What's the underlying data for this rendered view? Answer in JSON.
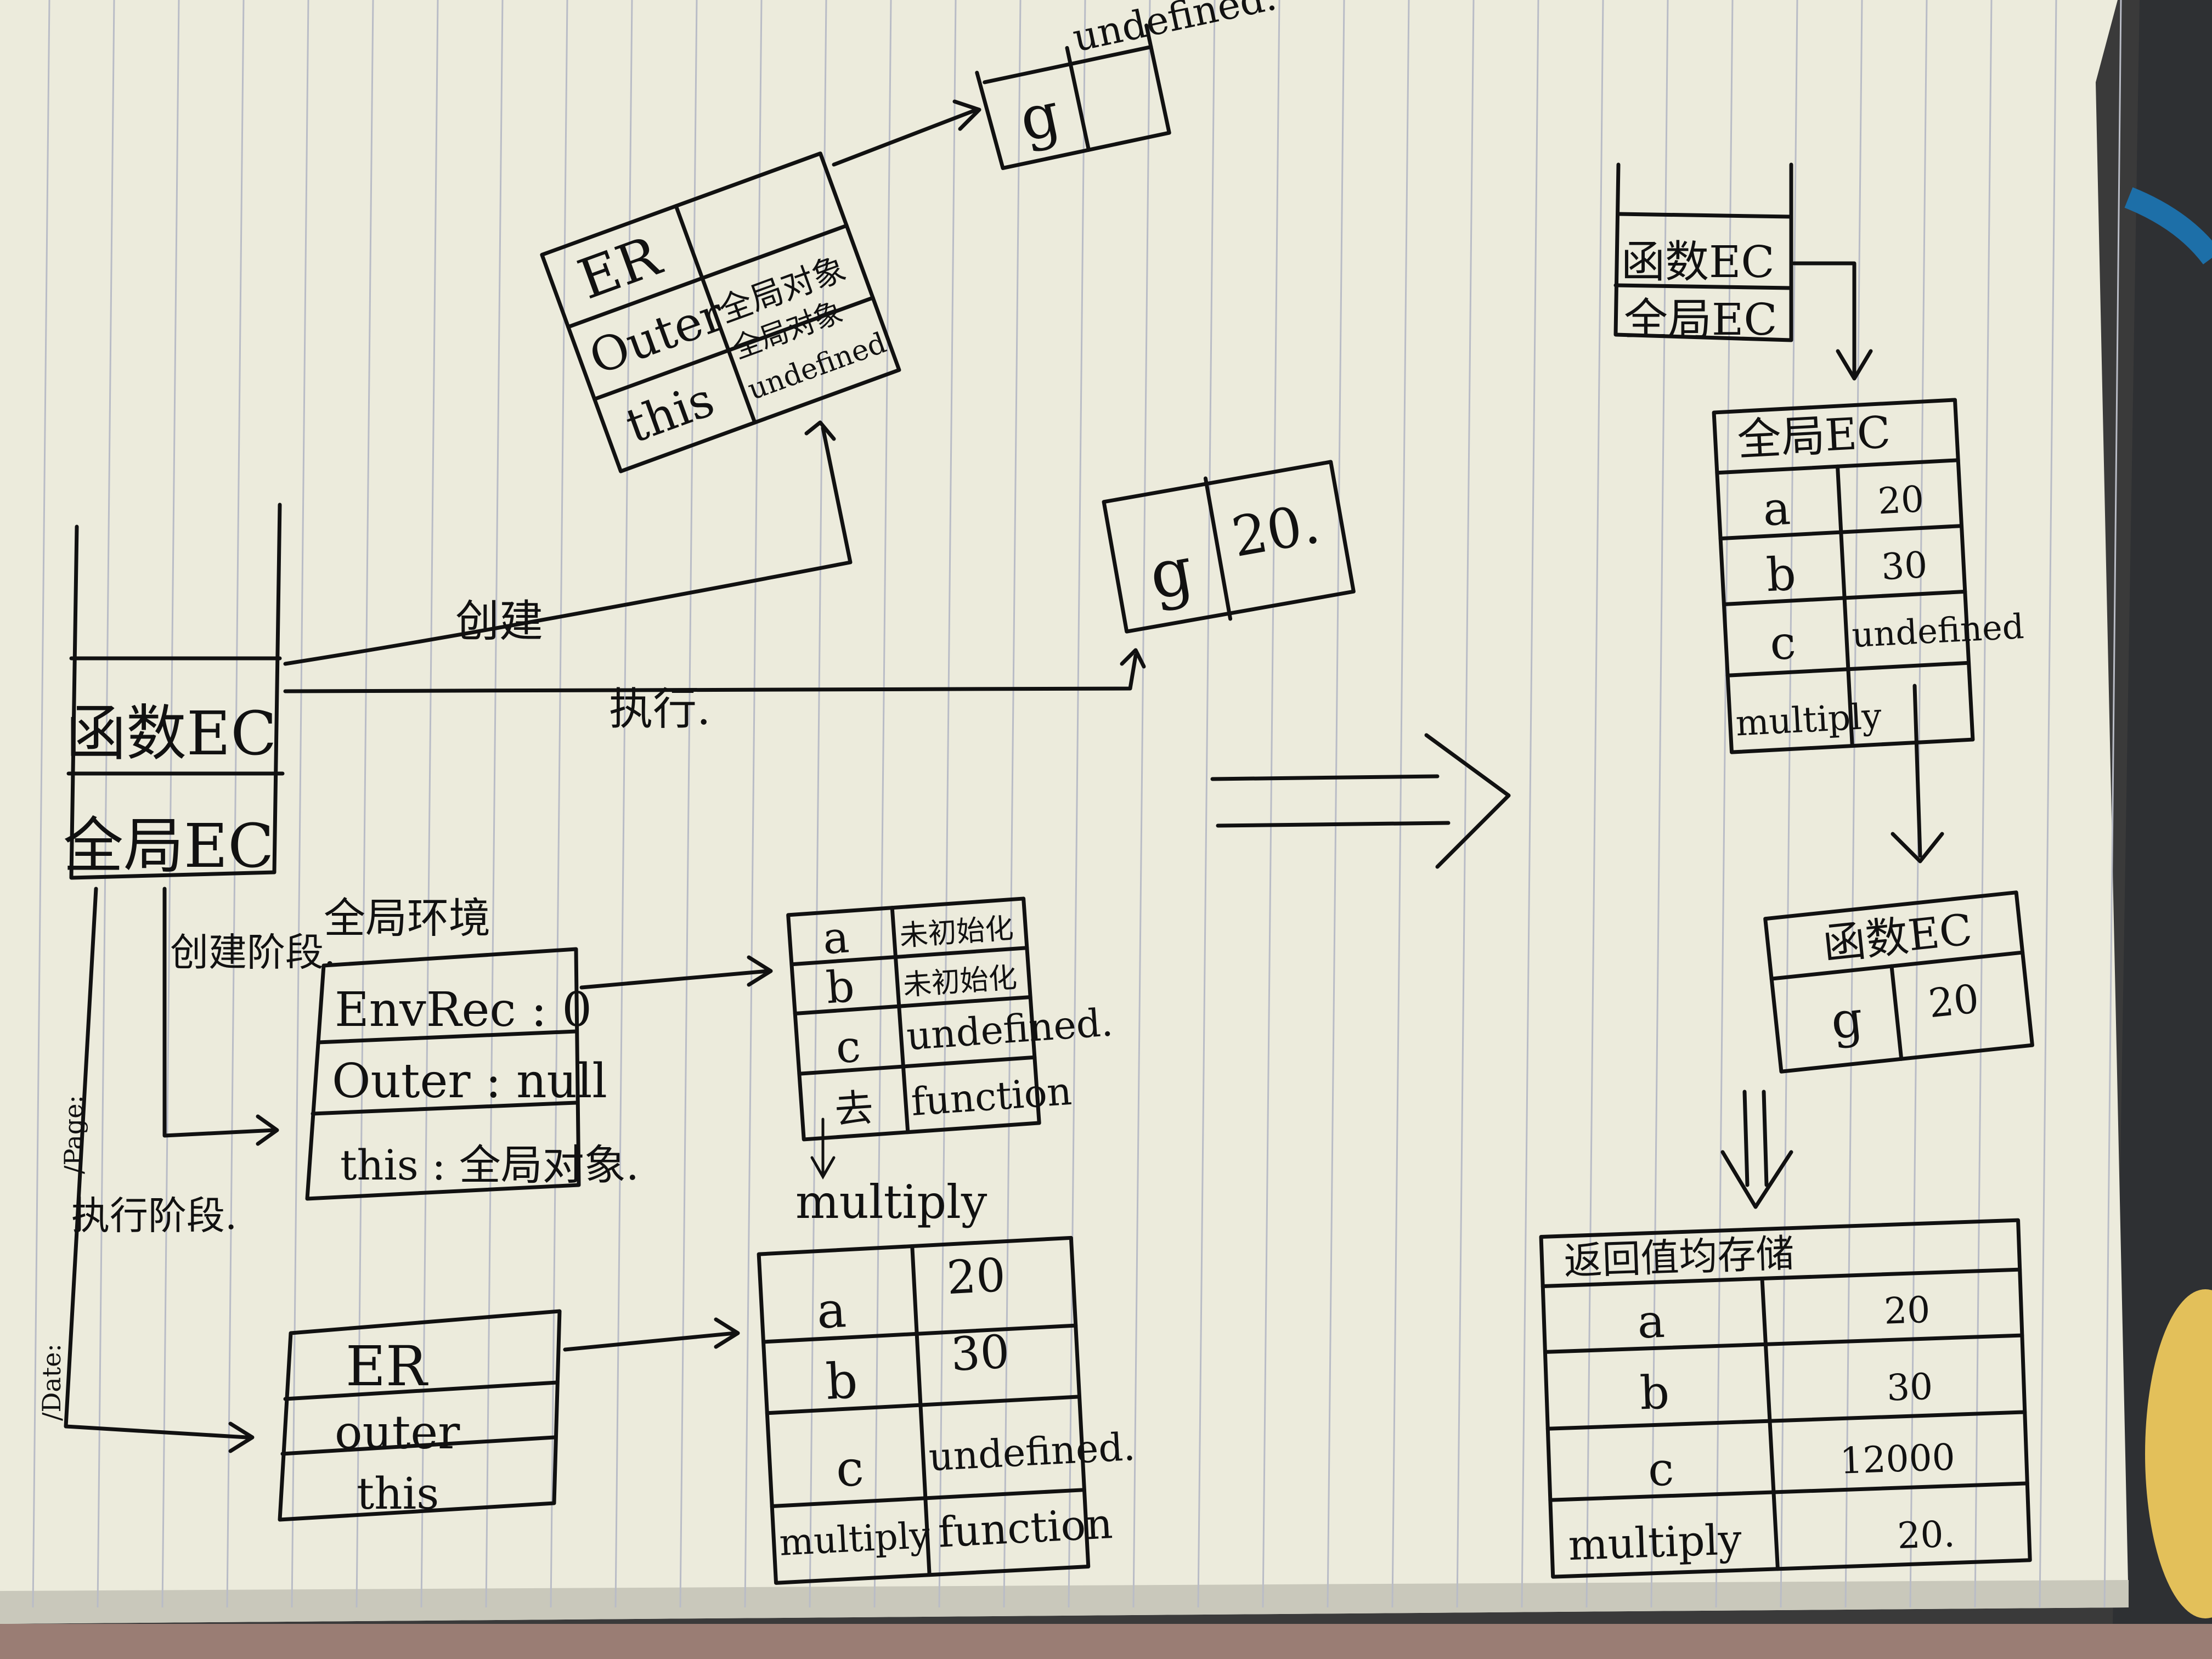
{
  "margin_labels": {
    "page": "/Page:",
    "date": "/Date:"
  },
  "call_stack_left": {
    "top": "函数EC",
    "bottom": "全局EC"
  },
  "arrow_labels": {
    "create": "创建",
    "execute": "执行.",
    "create_phase": "创建阶段.",
    "execute_phase": "执行阶段."
  },
  "er_top_box": {
    "rows": [
      {
        "key": "ER",
        "value": ""
      },
      {
        "key": "Outer",
        "value": "全局对象"
      },
      {
        "key": "this",
        "value": "全局对象"
      }
    ],
    "extra_value": "undefined"
  },
  "g_undefined_box": {
    "key": "g",
    "value": "undefined."
  },
  "g_20_box": {
    "key": "g",
    "value": "20."
  },
  "global_env_box": {
    "title": "全局环境",
    "rows": [
      "EnvRec : 0",
      "Outer : null",
      "this : 全局对象."
    ]
  },
  "env_table_creation": {
    "rows": [
      {
        "key": "a",
        "value": "未初始化"
      },
      {
        "key": "b",
        "value": "未初始化"
      },
      {
        "key": "c",
        "value": "undefined."
      },
      {
        "key": "去",
        "value": "function"
      }
    ],
    "note": "multiply"
  },
  "er_bottom_box": {
    "rows": [
      "ER",
      "outer",
      "this"
    ]
  },
  "env_table_execution": {
    "rows": [
      {
        "key": "a",
        "value": "20"
      },
      {
        "key": "b",
        "value": "30"
      },
      {
        "key": "c",
        "value": "undefined."
      },
      {
        "key": "multiply",
        "value": "function"
      }
    ]
  },
  "call_stack_right": {
    "top": "函数EC",
    "bottom": "全局EC"
  },
  "global_ec_table": {
    "title": "全局EC",
    "rows": [
      {
        "key": "a",
        "value": "20"
      },
      {
        "key": "b",
        "value": "30"
      },
      {
        "key": "c",
        "value": "undefined"
      },
      {
        "key": "multiply",
        "value": ""
      }
    ]
  },
  "func_ec_table": {
    "title": "函数EC",
    "key": "g",
    "value": "20"
  },
  "return_table": {
    "title": "返回值均存储",
    "rows": [
      {
        "key": "a",
        "value": "20"
      },
      {
        "key": "b",
        "value": "30"
      },
      {
        "key": "c",
        "value": "12000"
      },
      {
        "key": "multiply",
        "value": "20."
      }
    ]
  },
  "colors": {
    "paper": "#ecebdc",
    "ink": "#111111",
    "rule": "#b9bcc6",
    "background": "#3a3a3a"
  }
}
